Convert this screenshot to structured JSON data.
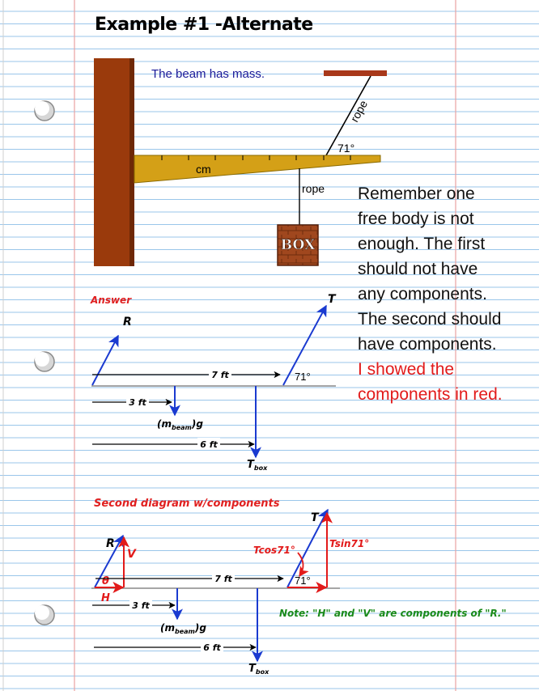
{
  "title": "Example #1 -Alternate",
  "beam_note": "The beam has mass.",
  "explanation": {
    "lines": [
      "Remember one",
      "free body is not",
      "enough. The first",
      "should not have",
      "any components.",
      "The second should",
      "have components."
    ],
    "red_lines": [
      "I showed the",
      "components in red."
    ]
  },
  "setup": {
    "beam_unit": "cm",
    "rope_top_label": "rope",
    "rope_hang_label": "rope",
    "angle_label": "71°",
    "box_label": "BOX"
  },
  "answer": {
    "heading": "Answer",
    "R": "R",
    "T": "T",
    "angle": "71°",
    "dist_7": "7 ft",
    "dist_3": "3 ft",
    "dist_6": "6 ft",
    "weight_pre": "(m",
    "weight_sub": "beam",
    "weight_post": ")g",
    "tbox": "T",
    "tbox_sub": "box"
  },
  "components": {
    "heading": "Second diagram w/components",
    "R": "R",
    "V": "V",
    "H": "H",
    "theta": "θ",
    "T": "T",
    "tcos": "Tcos71°",
    "tsin": "Tsin71°",
    "angle": "71°",
    "dist_7": "7 ft",
    "dist_3": "3 ft",
    "dist_6": "6 ft",
    "weight_pre": "(m",
    "weight_sub": "beam",
    "weight_post": ")g",
    "tbox": "T",
    "tbox_sub": "box",
    "note": "Note: \"H\" and \"V\" are components of \"R.\""
  },
  "colors": {
    "paper_line": "#9ac6ea",
    "margin_line": "#e8a2a2",
    "wall": "#9a3a0c",
    "beam": "#d4a017",
    "ceiling": "#a8381a",
    "box": "#a0471e",
    "vector_blue": "#1a3ad0",
    "component_red": "#e21a1a",
    "note_green": "#1a8a1a"
  }
}
